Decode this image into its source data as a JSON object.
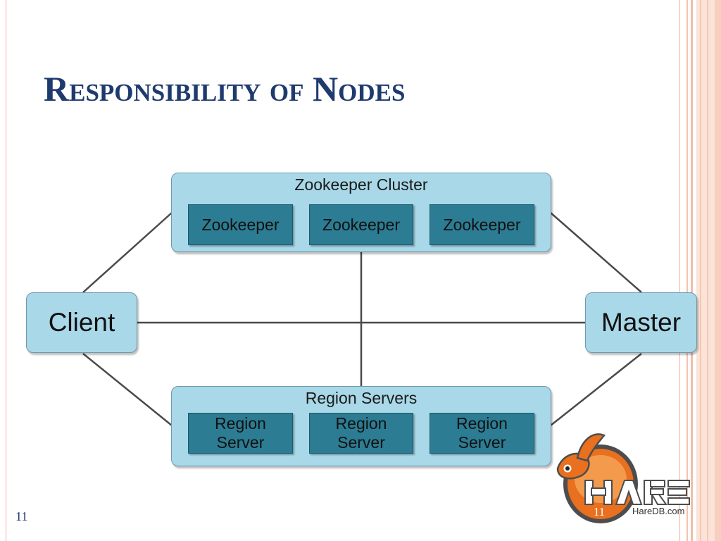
{
  "slide": {
    "title": "Responsibility of Nodes",
    "page_number": "11"
  },
  "diagram": {
    "zookeeper_cluster": {
      "label": "Zookeeper Cluster",
      "members": [
        "Zookeeper",
        "Zookeeper",
        "Zookeeper"
      ]
    },
    "region_servers": {
      "label": "Region Servers",
      "members": [
        [
          "Region",
          "Server"
        ],
        [
          "Region",
          "Server"
        ],
        [
          "Region",
          "Server"
        ]
      ]
    },
    "client": {
      "label": "Client"
    },
    "master": {
      "label": "Master"
    }
  },
  "logo": {
    "brand_icon": "hare-rabbit-logo",
    "wordmark": "HARE",
    "slide_number": "11",
    "url": "HareDB.com"
  },
  "colors": {
    "title": "#1f3a6e",
    "node_fill": "#a9d8e8",
    "inner_fill": "#2c7c93",
    "connector": "#4a4a4a",
    "accent_stripes": "#f2bda8",
    "logo_orange": "#e8701f"
  }
}
